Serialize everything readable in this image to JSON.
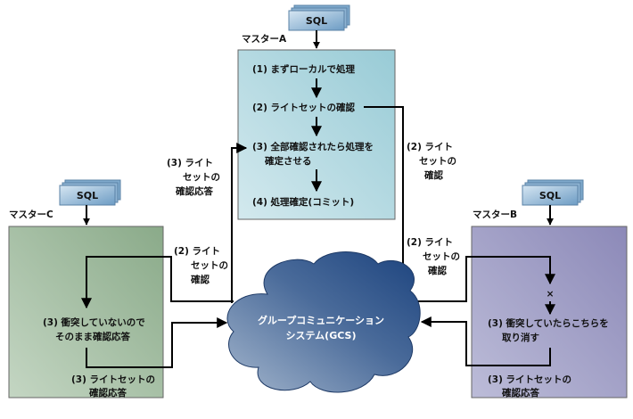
{
  "title": "グループコミュニケーションシステムによる書き込みセット確認フロー",
  "colors": {
    "master_a": "#a6d3dc",
    "master_b": "#9a98c2",
    "master_c": "#9bb59a",
    "cloud": "#264e85",
    "sql": "#7fa9cc"
  },
  "sql_label": "SQL",
  "master_a": {
    "name": "マスターA",
    "steps": [
      "(1) まずローカルで処理",
      "(2) ライトセットの確認",
      "(3) 全部確認されたら処理を",
      "確定させる",
      "(4) 処理確定(コミット)"
    ]
  },
  "master_b": {
    "name": "マスターB",
    "cross_mark": "×",
    "step_line1": "(3) 衝突していたらこちらを",
    "step_line2": "取り消す",
    "reply_line1": "(3) ライトセットの",
    "reply_line2": "確認応答"
  },
  "master_c": {
    "name": "マスターC",
    "step_line1": "(3) 衝突していないので",
    "step_line2": "そのまま確認応答",
    "reply_line1": "(3) ライトセットの",
    "reply_line2": "確認応答"
  },
  "edge_labels": {
    "a_to_gcs": [
      "(2) ライト",
      "セットの",
      "確認"
    ],
    "gcs_to_a": [
      "(3) ライト",
      "セットの",
      "確認応答"
    ],
    "gcs_to_c": [
      "(2) ライト",
      "セットの",
      "確認"
    ],
    "gcs_to_b": [
      "(2) ライト",
      "セットの",
      "確認"
    ]
  },
  "cloud": {
    "line1": "グループコミュニケーション",
    "line2": "システム(GCS)"
  }
}
